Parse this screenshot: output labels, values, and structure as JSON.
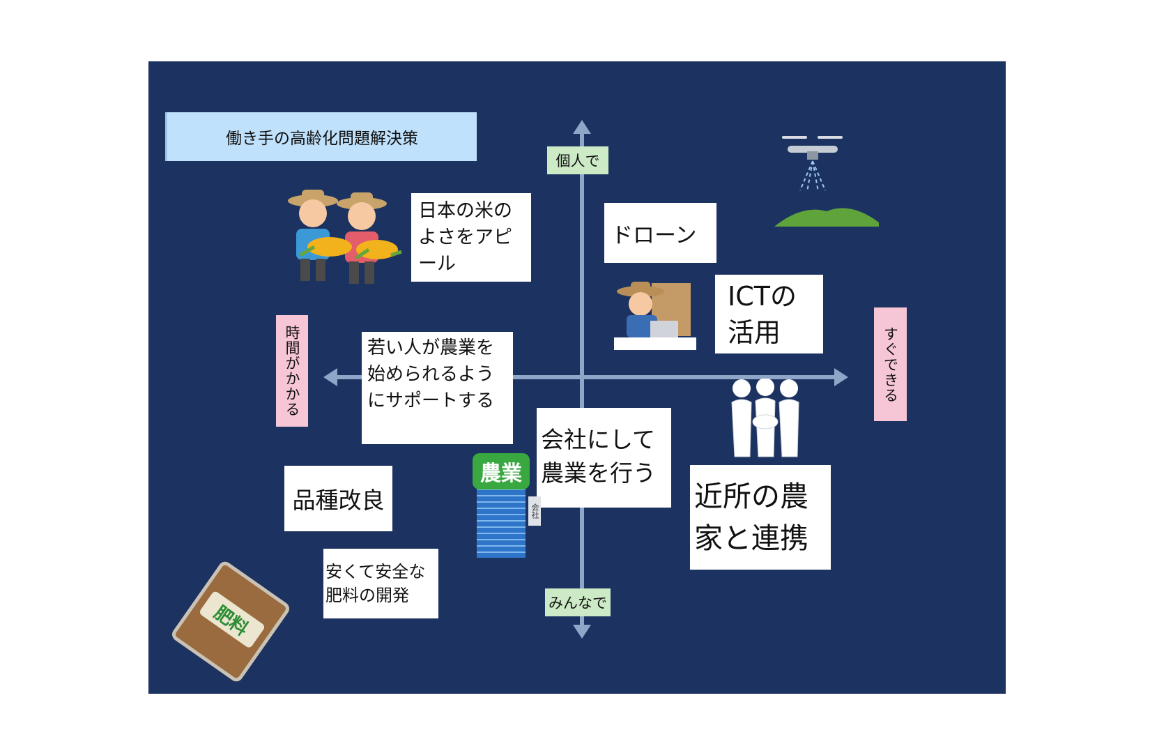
{
  "title": "働き手の高齢化問題解決策",
  "axes": {
    "top": "個人で",
    "bottom": "みんなで",
    "left": "時間がかかる",
    "right": "すぐできる"
  },
  "items": {
    "rice_appeal": "日本の米のよさをアピール",
    "drone": "ドローン",
    "ict": "ICTの活用",
    "young_support": "若い人が農業を始められるようにサポートする",
    "company_farming": "会社にして農業を行う",
    "variety_improvement": "品種改良",
    "fertilizer": "安くて安全な肥料の開発",
    "neighbor_farmers": "近所の農家と連携"
  },
  "illustration_text": {
    "building_sign": "農業",
    "building_side": "会社",
    "fertilizer_bag": "肥料"
  },
  "colors": {
    "background": "#1c3260",
    "axis": "#8fa6c9",
    "title_bg": "#bfe1fb",
    "green_label": "#cdeac6",
    "pink_label": "#f7c6d6"
  },
  "icons": [
    "farmers-with-rice-icon",
    "drone-icon",
    "farmer-laptop-icon",
    "people-hands-icon",
    "agri-company-building-icon",
    "fertilizer-bag-icon"
  ]
}
